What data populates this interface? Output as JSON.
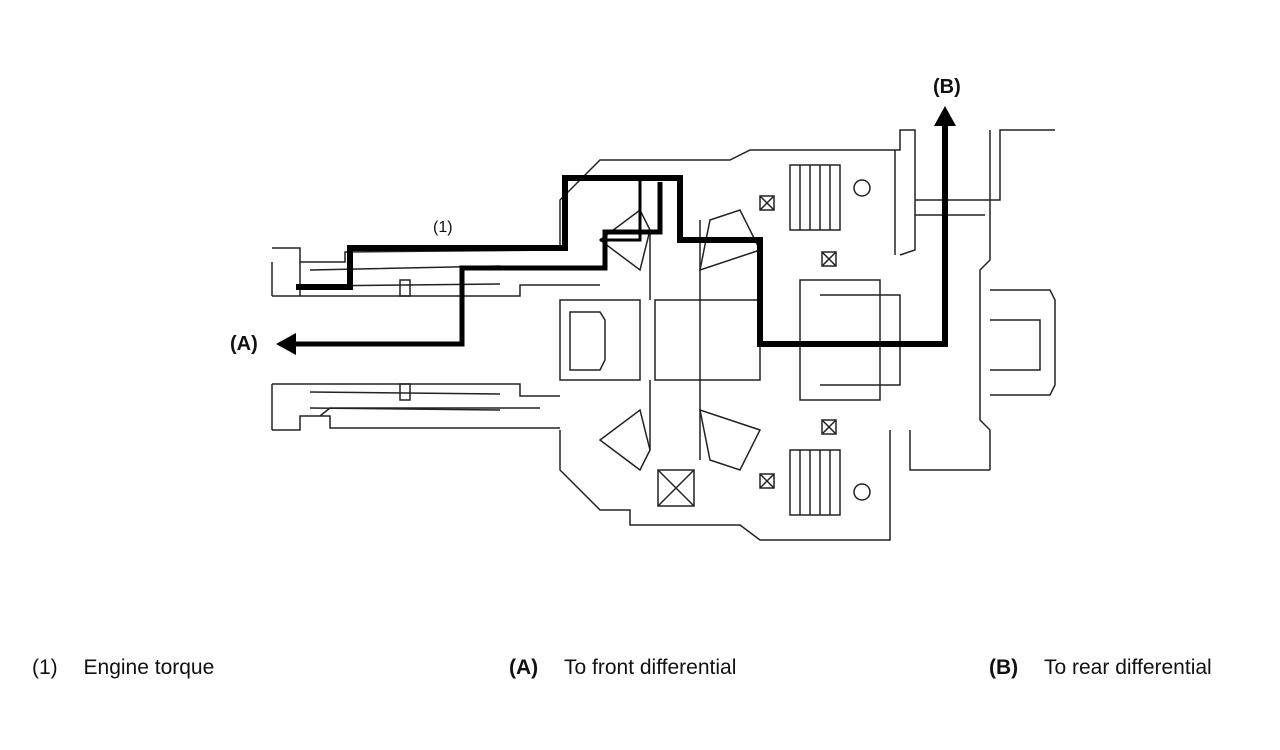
{
  "diagram": {
    "label_a": "(A)",
    "label_b": "(B)",
    "label_1": "(1)"
  },
  "legend": [
    {
      "key": "(1)",
      "text": "Engine torque"
    },
    {
      "key": "(A)",
      "text": "To front differential"
    },
    {
      "key": "(B)",
      "text": "To rear differential"
    }
  ]
}
